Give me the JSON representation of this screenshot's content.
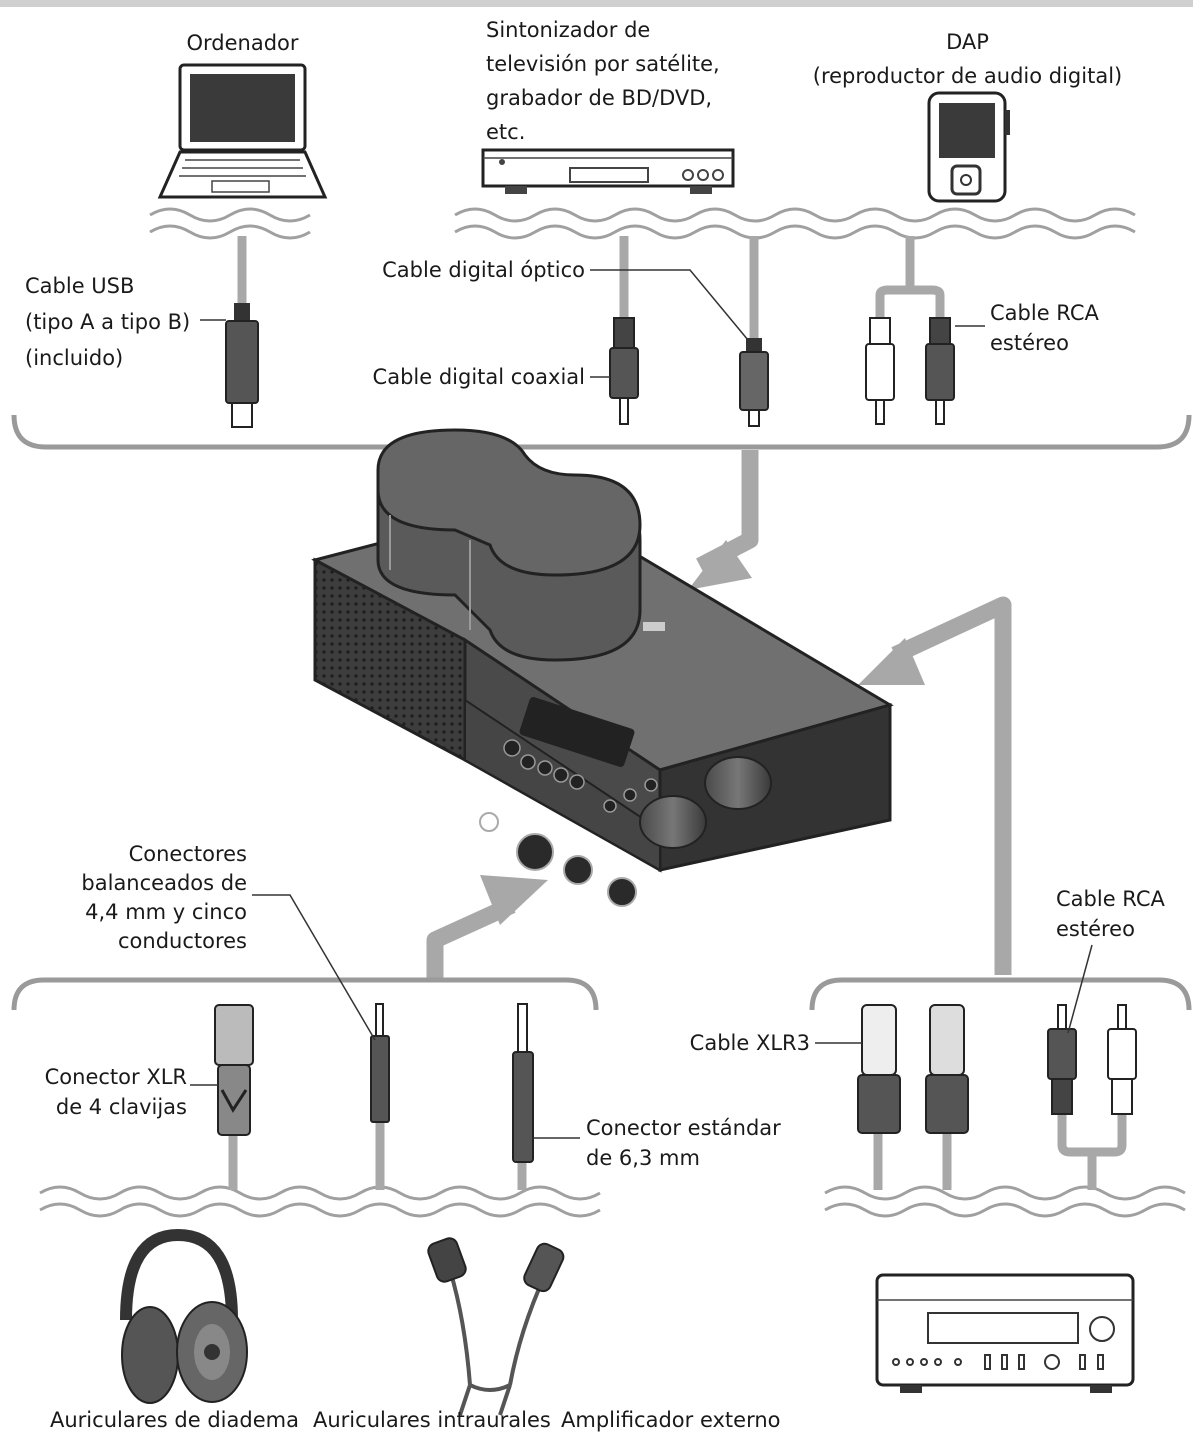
{
  "sources": {
    "computer": "Ordenador",
    "tuner_lines": [
      "Sintonizador de",
      "televisión por satélite,",
      "grabador de BD/DVD,",
      "etc."
    ],
    "dap_lines": [
      "DAP",
      "(reproductor de audio digital)"
    ]
  },
  "cables_in": {
    "usb_lines": [
      "Cable USB",
      "(tipo A a tipo B)",
      "(incluido)"
    ],
    "optical": "Cable digital óptico",
    "coaxial": "Cable digital coaxial",
    "rca_lines": [
      "Cable RCA",
      "estéreo"
    ]
  },
  "connectors_out": {
    "balanced_lines": [
      "Conectores",
      "balanceados de",
      "4,4 mm y cinco",
      "conductores"
    ],
    "xlr4_lines": [
      "Conector XLR",
      "de 4 clavijas"
    ],
    "std_lines": [
      "Conector estándar",
      "de 6,3 mm"
    ],
    "xlr3": "Cable XLR3",
    "rca_lines": [
      "Cable RCA",
      "estéreo"
    ]
  },
  "devices_out": {
    "headphones": "Auriculares de diadema",
    "earphones": "Auriculares intraurales",
    "amplifier": "Amplificador externo"
  }
}
